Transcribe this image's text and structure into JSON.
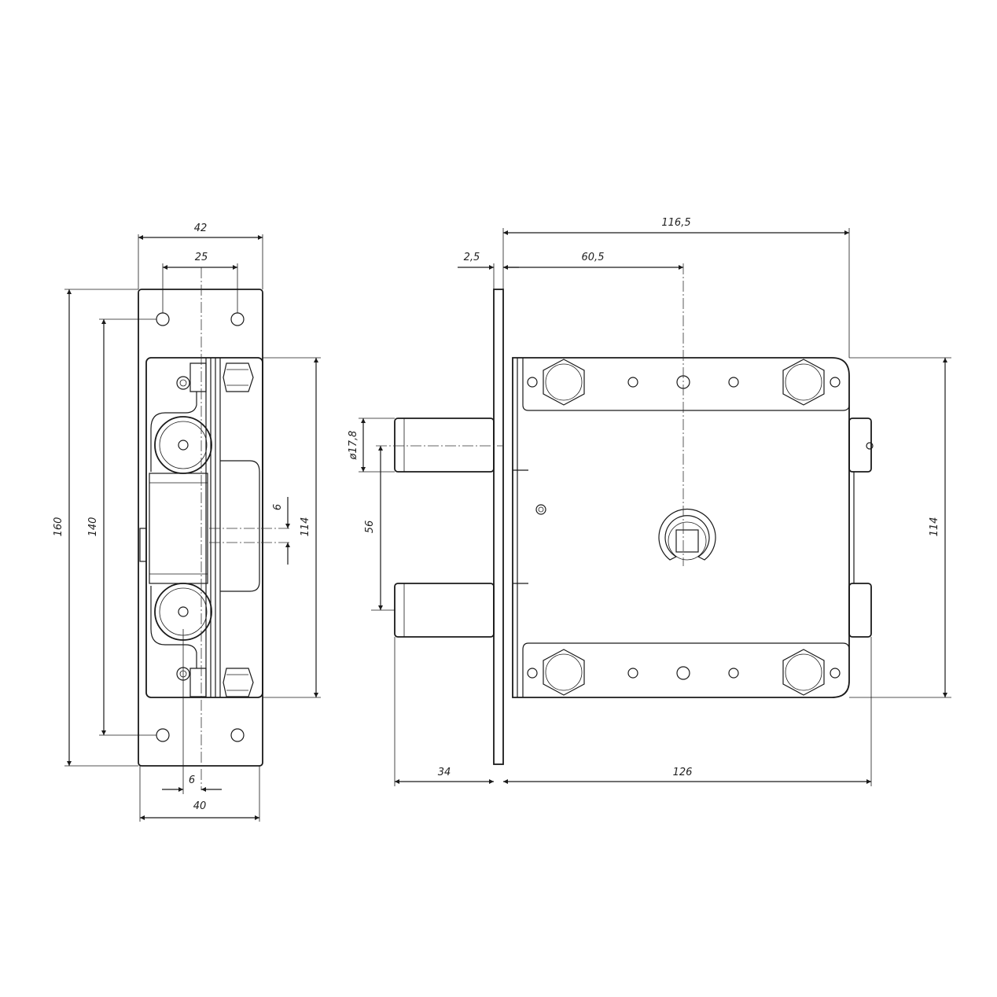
{
  "left_view": {
    "dims": {
      "overall_width": "42",
      "hole_spacing_horizontal": "25",
      "overall_height": "160",
      "hole_spacing_vertical": "140",
      "body_height": "114",
      "offset_small": "6",
      "bottom_width": "40",
      "bottom_offset": "6"
    }
  },
  "right_view": {
    "dims": {
      "plate_thickness": "2,5",
      "overall_length": "116,5",
      "backset": "60,5",
      "bolt_diameter": "ø17,8",
      "bolt_spacing": "56",
      "body_height": "114",
      "bolt_projection": "34",
      "body_length": "126"
    }
  },
  "colors": {
    "line": "#1a1a1a",
    "background": "#ffffff"
  }
}
